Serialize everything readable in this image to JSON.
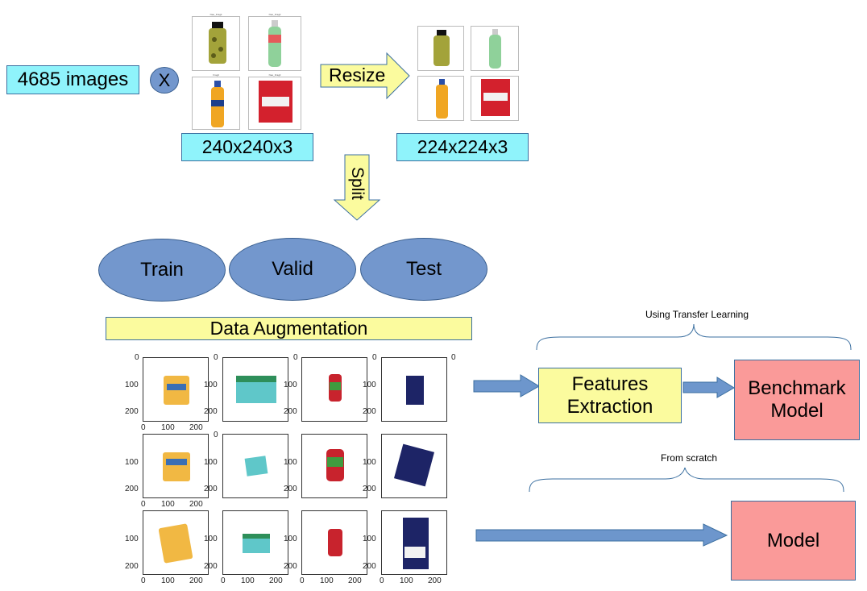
{
  "input": {
    "count_label": "4685 images",
    "times_symbol": "X"
  },
  "sizes": {
    "original": "240x240x3",
    "resized": "224x224x3"
  },
  "arrows": {
    "resize_label": "Resize",
    "split_label": "Split"
  },
  "splits": {
    "train": "Train",
    "valid": "Valid",
    "test": "Test"
  },
  "augmentation": {
    "label": "Data Augmentation"
  },
  "transfer": {
    "caption": "Using Transfer Learning",
    "features_line1": "Features",
    "features_line2": "Extraction",
    "benchmark_line1": "Benchmark",
    "benchmark_line2": "Model"
  },
  "scratch": {
    "caption": "From scratch",
    "model_label": "Model"
  },
  "sample_titles": {
    "a": "Nao_Fragil",
    "b": "Nao_Fragil",
    "c": "Fragil",
    "d": "Nao_Fragil"
  },
  "plot_ticks": {
    "y": [
      "0",
      "100",
      "200"
    ],
    "x": [
      "0",
      "100",
      "200"
    ]
  },
  "colors": {
    "cyan": "#8ff3fb",
    "yellow": "#fbfb9e",
    "pink": "#fa9a99",
    "ellipse": "#7397cd",
    "arrow": "#6d96cc"
  }
}
